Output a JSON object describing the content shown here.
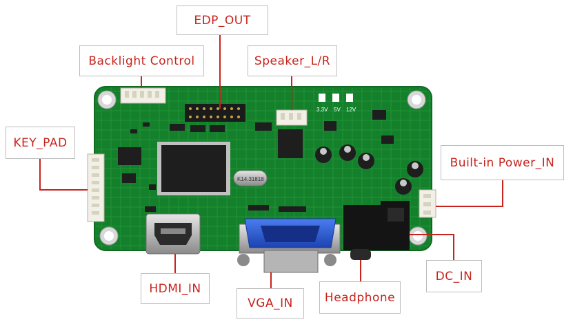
{
  "labels": {
    "edp_out": "EDP_OUT",
    "backlight_control": "Backlight Control",
    "speaker_lr": "Speaker_L/R",
    "key_pad": "KEY_PAD",
    "builtin_power_in": "Built-in Power_IN",
    "hdmi_in": "HDMI_IN",
    "vga_in": "VGA_IN",
    "headphone": "Headphone",
    "dc_in": "DC_IN"
  },
  "silkscreen": {
    "v33": "3.3V",
    "v5": "5V",
    "v12": "12V",
    "crystal": "K14.31818"
  },
  "colors": {
    "board": "#15802c",
    "callout_text": "#c8231c",
    "leader_line": "#c8231c",
    "vga_blue": "#2a5bd7",
    "chip": "#1e1e1e"
  }
}
